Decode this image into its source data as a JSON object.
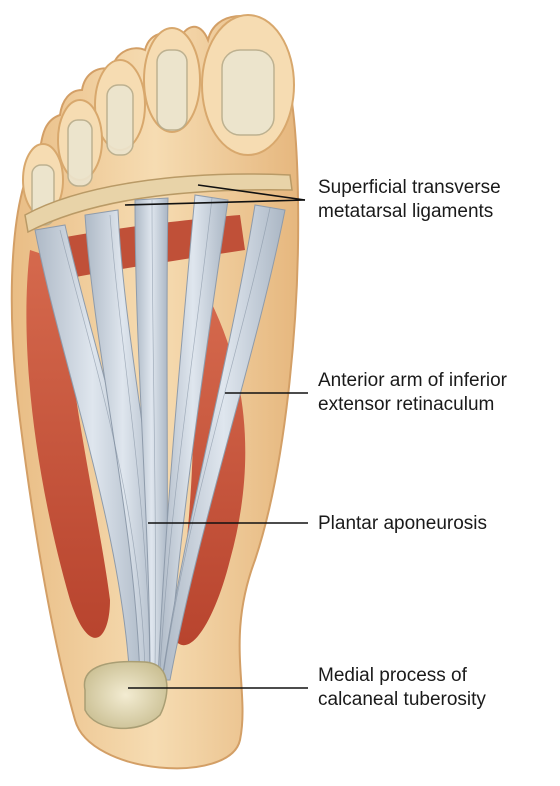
{
  "labels": {
    "superficial_transverse": [
      "Superficial transverse",
      "metatarsal ligaments"
    ],
    "anterior_arm": [
      "Anterior arm of inferior",
      "extensor retinaculum"
    ],
    "plantar_aponeurosis": [
      "Plantar aponeurosis"
    ],
    "medial_process": [
      "Medial process of",
      "calcaneal tuberosity"
    ]
  },
  "colors": {
    "skin": "#f3d4a6",
    "skin_edge": "#d9ad76",
    "muscle": "#c9553c",
    "fascia": "#c9d3dd",
    "bone": "#e4dcbc",
    "leader_line": "#111111"
  }
}
